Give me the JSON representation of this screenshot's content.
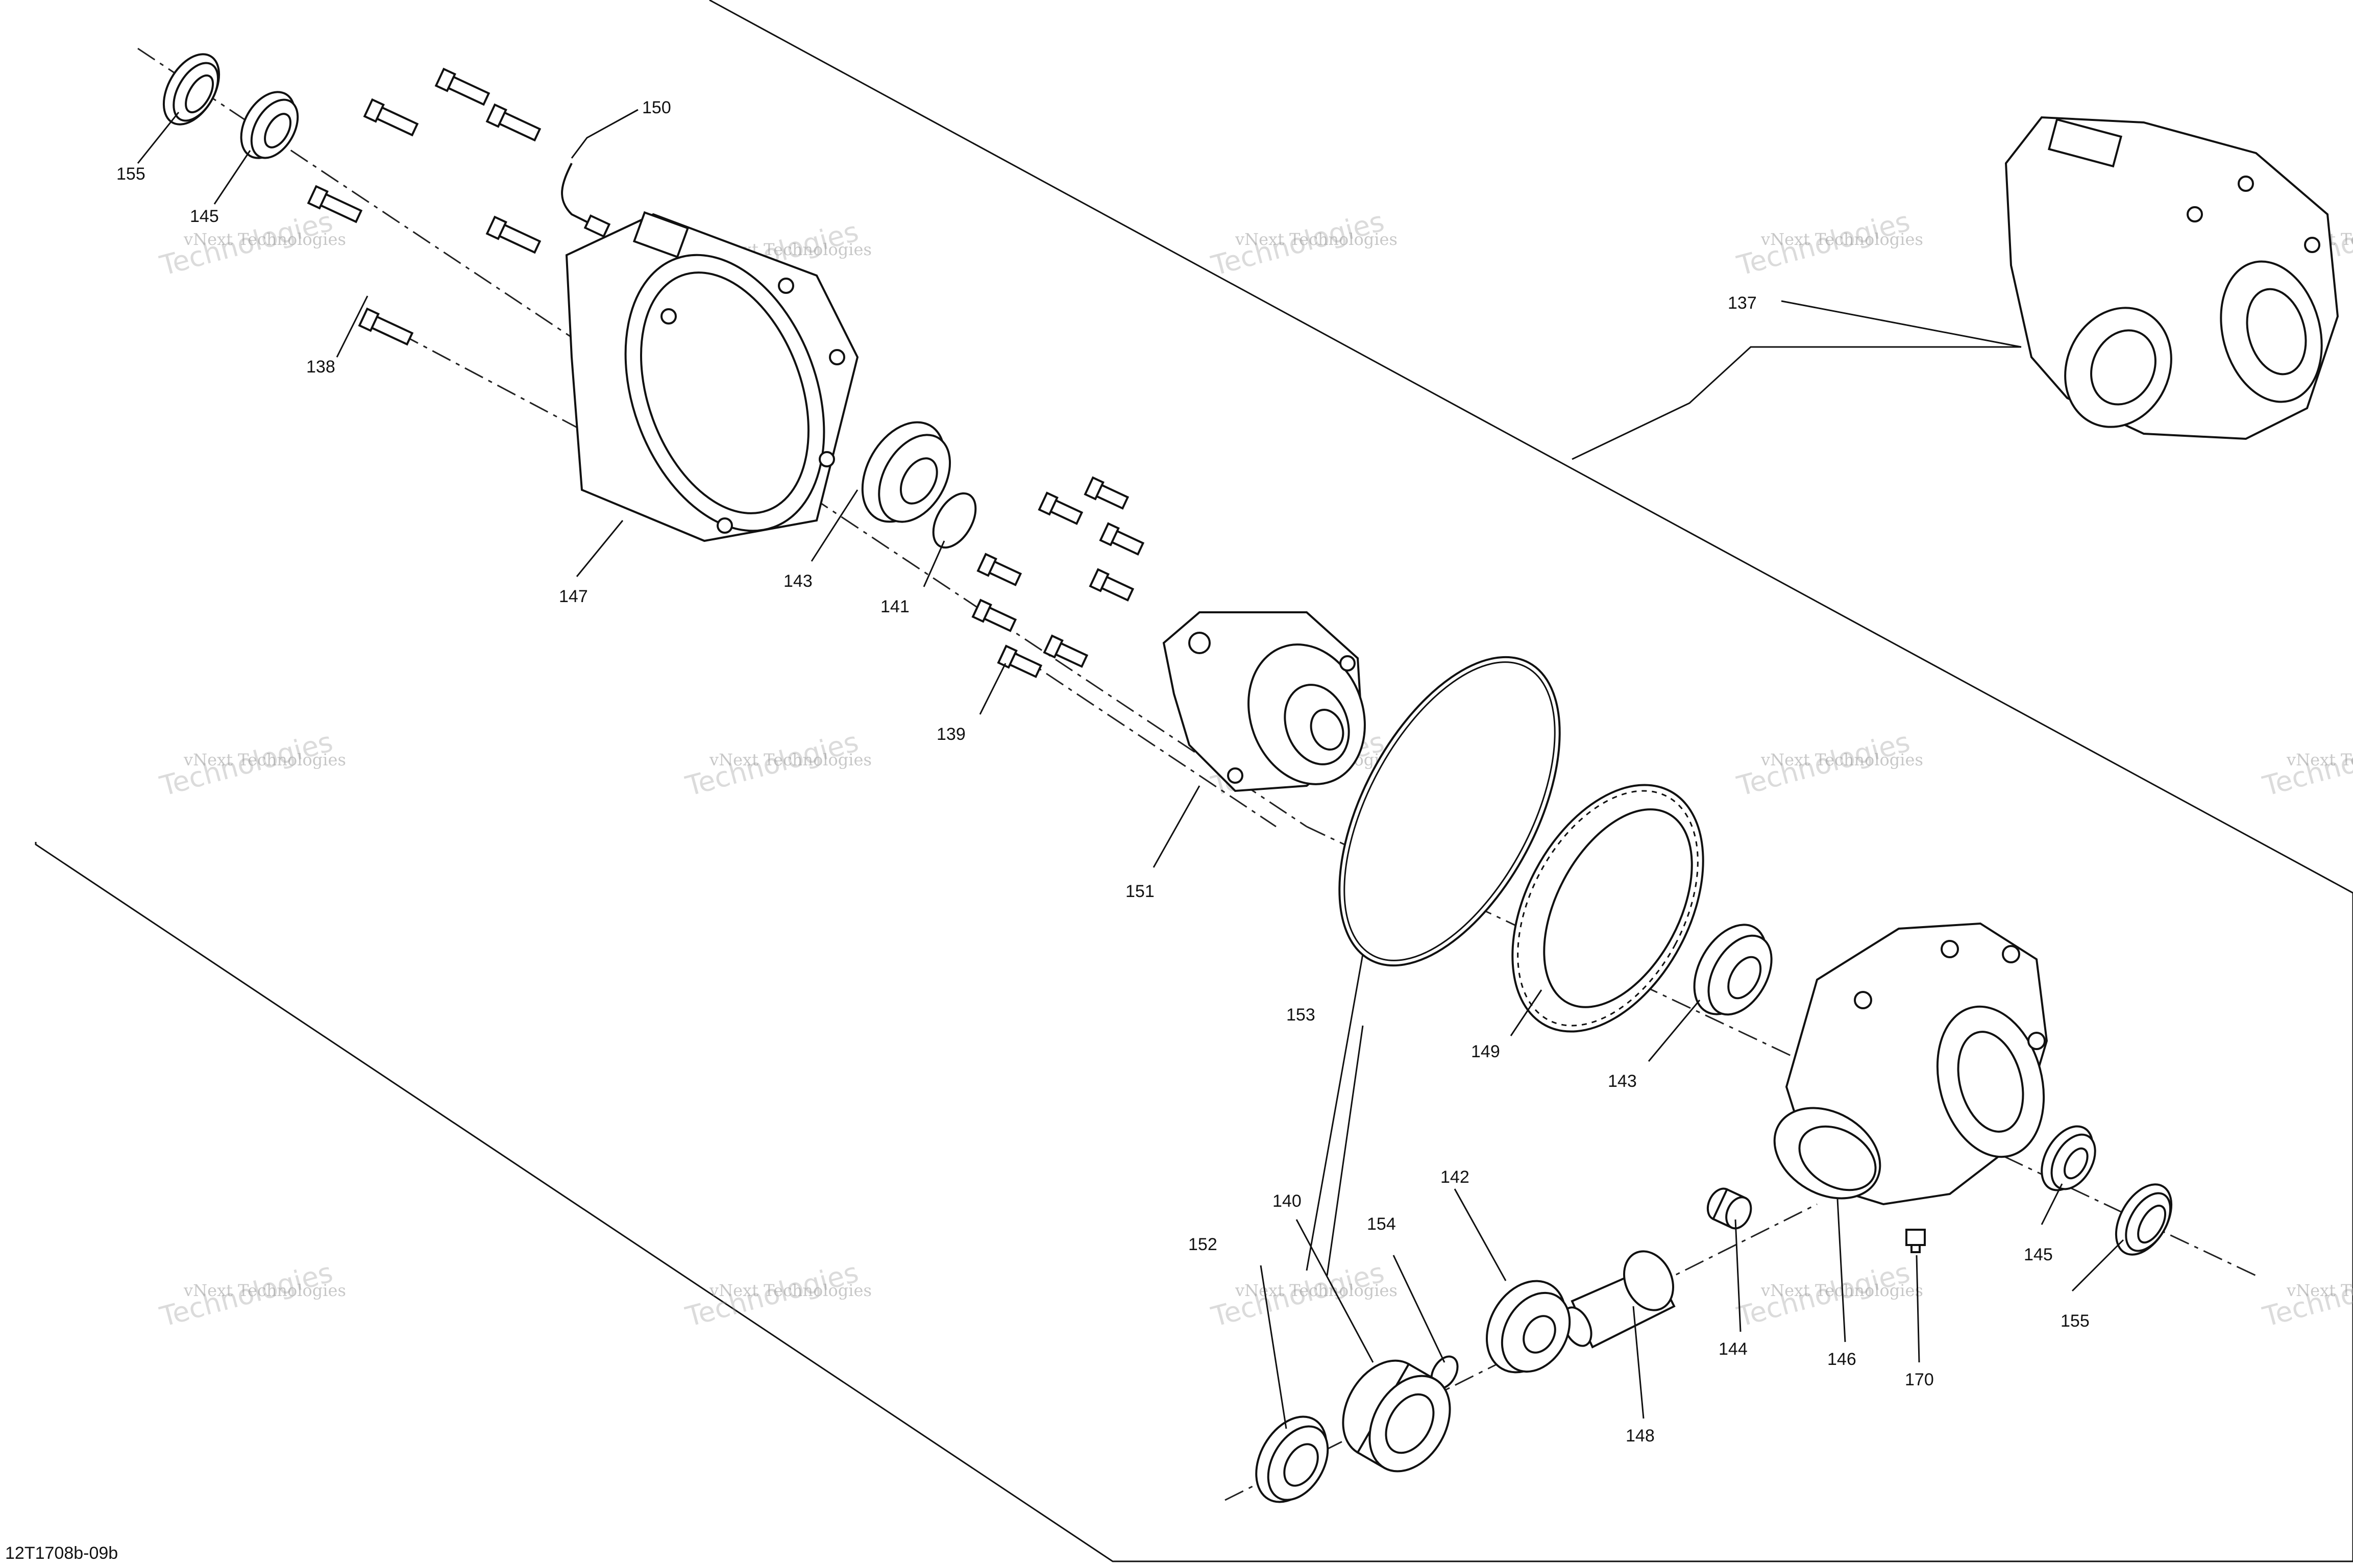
{
  "drawing_ref": "12T1708b-09b",
  "watermark": {
    "line1": "vNext Technologies",
    "line2": "Technologies",
    "line3": "vNext"
  },
  "callouts": {
    "c155a": "155",
    "c145a": "145",
    "c150": "150",
    "c138": "138",
    "c147": "147",
    "c143a": "143",
    "c141": "141",
    "c139": "139",
    "c151": "151",
    "c153": "153",
    "c149": "149",
    "c143b": "143",
    "c137": "137",
    "c152": "152",
    "c140": "140",
    "c154": "154",
    "c142": "142",
    "c148": "148",
    "c144": "144",
    "c146": "146",
    "c170": "170",
    "c145b": "145",
    "c155b": "155"
  }
}
